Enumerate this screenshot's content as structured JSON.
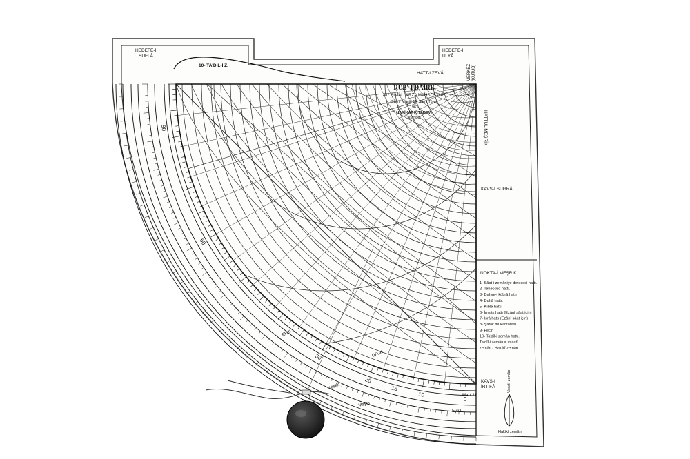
{
  "colors": {
    "paper": "#fdfdfc",
    "ink": "#111111",
    "background": "#ffffff",
    "pendulum": "#1c1c1c"
  },
  "top_left_label": {
    "line1": "HEDEFE-İ",
    "line2": "SUFLÂ"
  },
  "top_right_label": {
    "line1": "HEDEFE-İ",
    "line2": "ULYÂ"
  },
  "tadil_label": "10- TA'DİL-İ Z.",
  "hatt_zeval": "HATT-I ZEVÂL",
  "merkez_label": {
    "line1": "MERKEZ",
    "line2": "(KUTUB)"
  },
  "title_block": {
    "title": "RUB'-I DÂİRE",
    "subtitle": "41° ŞİMÂLİ ARZA MAHSUSTUR",
    "author": "Çizim: Mimâr M. Sâmi Turan",
    "year": "1961",
    "publisher": "HAKİKAT KİTÂBEVİ",
    "city": "İstanbul"
  },
  "hattul_mesrik": "HATTUL MEŞRİK",
  "kavs_sugra": "KAVS-I SUGRÂ",
  "nokta_mesrik": "NOKTA-İ MEŞRİK",
  "ufuk": "UFUK",
  "legend": [
    "1- Sâat-i zemâniye derecesi hattı.",
    "2- Teheccüd hattı.",
    "3- Dahve-i kübrâ hattı.",
    "4- Duhâ hattı.",
    "5- Kıble hattı.",
    "6- İmsâk hattı (Ezânî sâat için)",
    "7- İşrâ hattı (Ezânî sâat için)",
    "8- Şafak mukantarası.",
    "9- Fecir",
    "10- Ta'dîl-i zemân hattı.",
    "Ta'dîl-i zemân = vasatî",
    "zemân - Hakîkî zemân"
  ],
  "kavs_irtifa": {
    "line1": "KAVS-I",
    "line2": "İRTİFÂ"
  },
  "vasati_zaman": "Vasatî zemân",
  "hakiki_zaman": "Hakîkî zemân",
  "months": [
    "Nisan",
    "Mayıs",
    "Ekim",
    "Mart 21",
    "Eylül"
  ],
  "scale_labels": [
    "90",
    "60",
    "30",
    "20",
    "15",
    "10",
    "0"
  ]
}
